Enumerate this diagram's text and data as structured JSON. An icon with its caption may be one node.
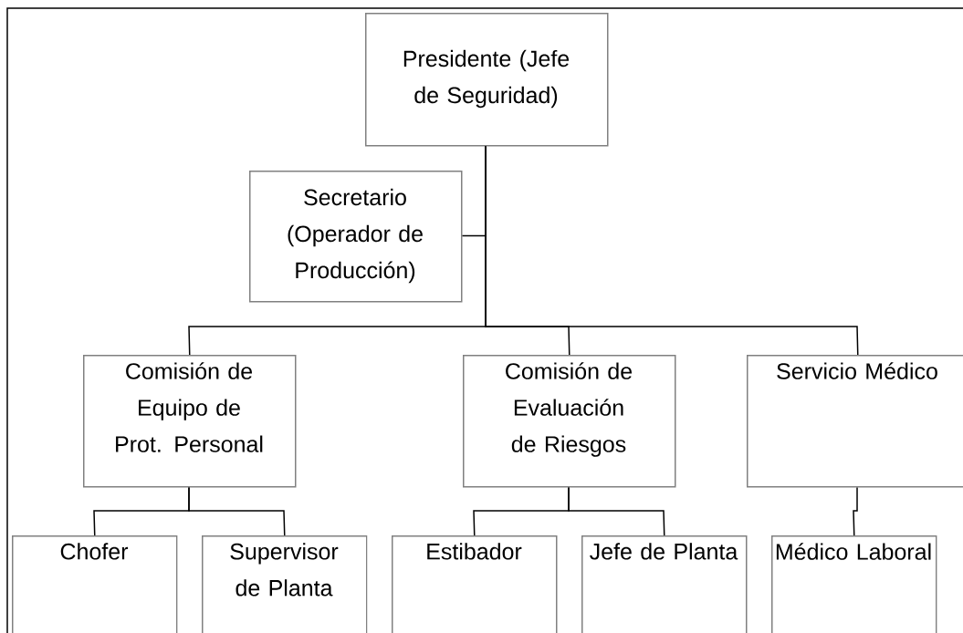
{
  "diagram": {
    "nodes": [
      {
        "text": [
          "Presidente (Jefe de Seguridad)"
        ]
      },
      {
        "text": [
          "Secretario (Operador de Producción)"
        ]
      },
      {
        "text": [
          "Comisión de Equipo de Prot. Personal"
        ]
      },
      {
        "text": [
          "Comisión de Evaluación de Riesgos"
        ]
      },
      {
        "text": [
          "Servicio Médico"
        ]
      },
      {
        "text": [
          "Chofer"
        ]
      },
      {
        "text": [
          "Supervisor de Planta"
        ]
      },
      {
        "text": [
          "Estibador"
        ]
      },
      {
        "text": [
          "Jefe de Planta"
        ]
      },
      {
        "text": [
          "Médico Laboral"
        ]
      }
    ],
    "edges": [
      {
        "from": 0,
        "to": 1,
        "arrow": "none"
      },
      {
        "from": 0,
        "to": 2,
        "arrow": "none"
      },
      {
        "from": 0,
        "to": 3,
        "arrow": "none"
      },
      {
        "from": 0,
        "to": 4,
        "arrow": "none"
      },
      {
        "from": 2,
        "to": 5,
        "arrow": "none"
      },
      {
        "from": 2,
        "to": 6,
        "arrow": "none"
      },
      {
        "from": 3,
        "to": 7,
        "arrow": "none"
      },
      {
        "from": 3,
        "to": 8,
        "arrow": "none"
      },
      {
        "from": 4,
        "to": 9,
        "arrow": "none"
      }
    ]
  }
}
